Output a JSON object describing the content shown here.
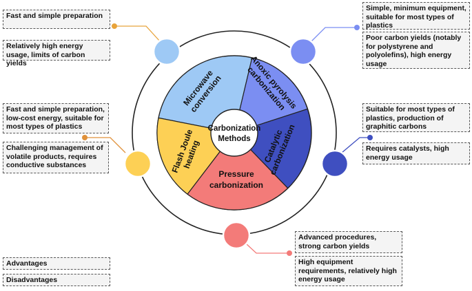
{
  "center": {
    "line1": "Carbonization",
    "line2": "Methods"
  },
  "segments": {
    "microwave": {
      "line1": "Microwave",
      "line2": "conversion",
      "color": "#9ec9f5"
    },
    "anoxic": {
      "line1": "Anoxic pyrolysis",
      "line2": "carbonization",
      "color": "#7b8ef2"
    },
    "catalytic": {
      "line1": "Catalytic",
      "line2": "carbonization",
      "color": "#3f4fc0"
    },
    "pressure": {
      "line1": "Pressure",
      "line2": "carbonization",
      "color": "#f37b79"
    },
    "flash": {
      "line1": "Flash Joule",
      "line2": "heating",
      "color": "#fdd055"
    }
  },
  "cards": {
    "microwave": {
      "advantage": "Fast and simple preparation",
      "disadvantage": "Relatively high energy usage, limits of carbon yields"
    },
    "anoxic": {
      "advantage": "Simple, minimum equipment, suitable for most types of plastics",
      "disadvantage": "Poor carbon yields (notably for polystyrene and polyolefins), high energy usage"
    },
    "catalytic": {
      "advantage": "Suitable for most types of plastics, production of graphitic carbons",
      "disadvantage": "Requires catalysts, high energy usage"
    },
    "pressure": {
      "advantage": "Advanced procedures, strong carbon yields",
      "disadvantage": "High equipment requirements, relatively high energy usage"
    },
    "flash": {
      "advantage": "Fast and simple preparation, low-cost energy, suitable for most types of plastics",
      "disadvantage": "Challenging management of volatile products, requires conductive substances"
    }
  },
  "legend": {
    "advantages": "Advantages",
    "disadvantages": "Disadvantages"
  },
  "colors": {
    "microwave_node": "#9ec9f5",
    "anoxic_node": "#7b8ef2",
    "catalytic_node": "#3f4fc0",
    "pressure_node": "#f37b79",
    "flash_node": "#fdd055",
    "microwave_connector": "#e8a33a",
    "anoxic_connector": "#7b8ef2",
    "catalytic_connector": "#3f4fc0",
    "pressure_connector": "#f37b79",
    "flash_connector": "#e0913a"
  }
}
